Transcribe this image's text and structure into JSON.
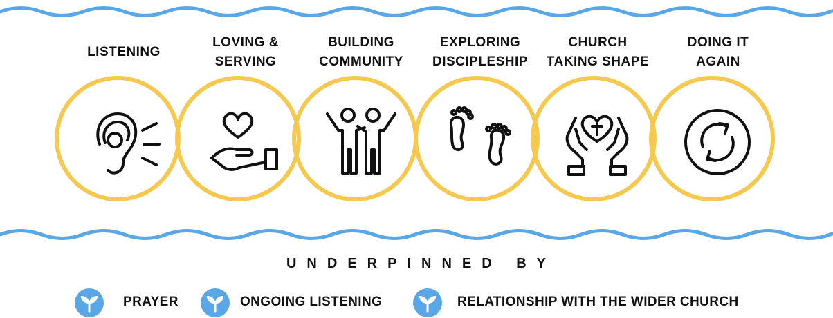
{
  "colors": {
    "wave": "#5AA7E8",
    "ring": "#F6C94E",
    "text": "#111111",
    "sprout_badge": "#5AA7E8"
  },
  "stages": [
    {
      "lines": [
        "LISTENING"
      ],
      "icon": "ear-icon"
    },
    {
      "lines": [
        "LOVING &",
        "SERVING"
      ],
      "icon": "heart-in-hand-icon"
    },
    {
      "lines": [
        "BUILDING",
        "COMMUNITY"
      ],
      "icon": "people-embracing-icon"
    },
    {
      "lines": [
        "EXPLORING",
        "DISCIPLESHIP"
      ],
      "icon": "footprints-icon"
    },
    {
      "lines": [
        "CHURCH",
        "TAKING SHAPE"
      ],
      "icon": "hands-holding-heart-cross-icon"
    },
    {
      "lines": [
        "DOING IT",
        "AGAIN"
      ],
      "icon": "cycle-arrows-icon"
    }
  ],
  "underpinned_title": "UNDERPINNED BY",
  "pillars": [
    {
      "label": "PRAYER",
      "icon": "sprout-icon"
    },
    {
      "label": "ONGOING LISTENING",
      "icon": "sprout-icon"
    },
    {
      "label": "RELATIONSHIP WITH THE WIDER CHURCH",
      "icon": "sprout-icon"
    }
  ]
}
